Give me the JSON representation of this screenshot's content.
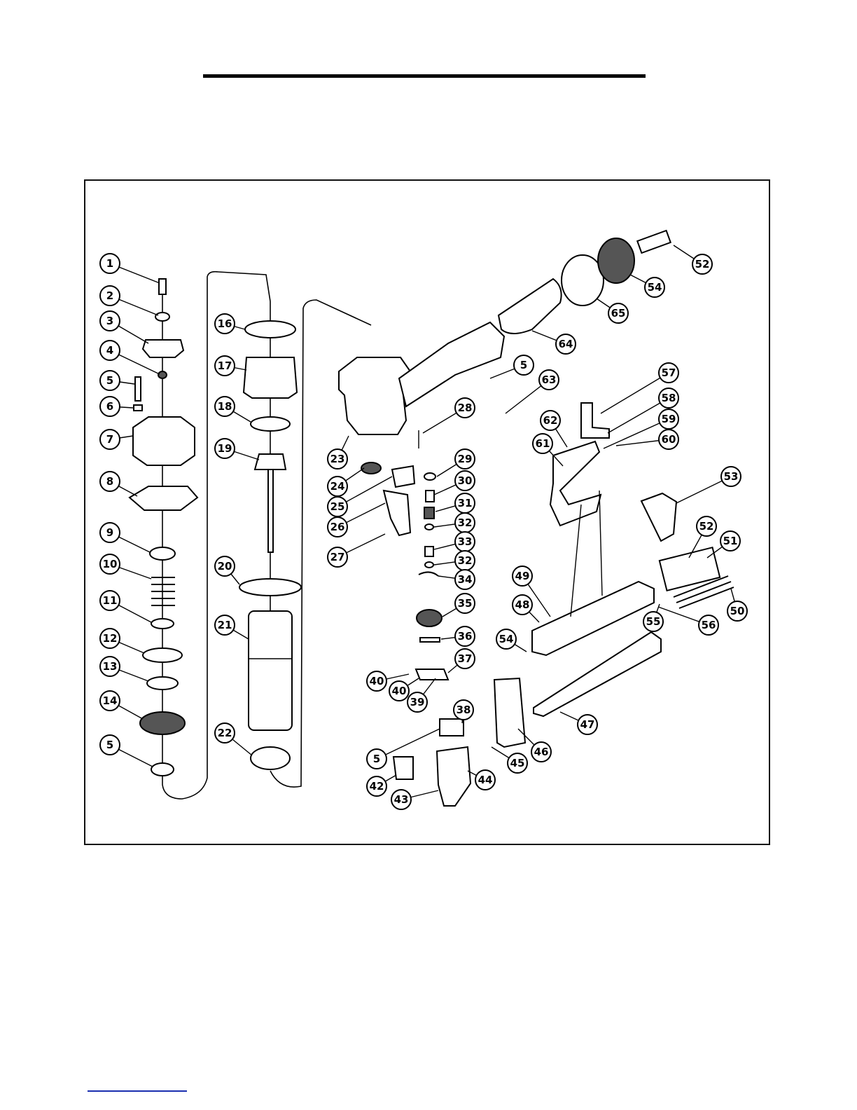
{
  "diagram": {
    "callouts": [
      {
        "label": "1"
      },
      {
        "label": "2"
      },
      {
        "label": "3"
      },
      {
        "label": "4"
      },
      {
        "label": "5"
      },
      {
        "label": "6"
      },
      {
        "label": "7"
      },
      {
        "label": "8"
      },
      {
        "label": "9"
      },
      {
        "label": "10"
      },
      {
        "label": "11"
      },
      {
        "label": "12"
      },
      {
        "label": "13"
      },
      {
        "label": "14"
      },
      {
        "label": "5"
      },
      {
        "label": "16"
      },
      {
        "label": "17"
      },
      {
        "label": "18"
      },
      {
        "label": "19"
      },
      {
        "label": "20"
      },
      {
        "label": "21"
      },
      {
        "label": "22"
      },
      {
        "label": "23"
      },
      {
        "label": "24"
      },
      {
        "label": "25"
      },
      {
        "label": "26"
      },
      {
        "label": "27"
      },
      {
        "label": "28"
      },
      {
        "label": "29"
      },
      {
        "label": "30"
      },
      {
        "label": "31"
      },
      {
        "label": "32"
      },
      {
        "label": "33"
      },
      {
        "label": "32"
      },
      {
        "label": "34"
      },
      {
        "label": "35"
      },
      {
        "label": "36"
      },
      {
        "label": "37"
      },
      {
        "label": "40"
      },
      {
        "label": "40"
      },
      {
        "label": "39"
      },
      {
        "label": "38"
      },
      {
        "label": "5"
      },
      {
        "label": "42"
      },
      {
        "label": "43"
      },
      {
        "label": "44"
      },
      {
        "label": "45"
      },
      {
        "label": "46"
      },
      {
        "label": "47"
      },
      {
        "label": "48"
      },
      {
        "label": "49"
      },
      {
        "label": "50"
      },
      {
        "label": "51"
      },
      {
        "label": "52"
      },
      {
        "label": "53"
      },
      {
        "label": "54"
      },
      {
        "label": "55"
      },
      {
        "label": "56"
      },
      {
        "label": "57"
      },
      {
        "label": "58"
      },
      {
        "label": "59"
      },
      {
        "label": "60"
      },
      {
        "label": "61"
      },
      {
        "label": "62"
      },
      {
        "label": "63"
      },
      {
        "label": "5"
      },
      {
        "label": "64"
      },
      {
        "label": "65"
      },
      {
        "label": "54"
      },
      {
        "label": "52"
      }
    ]
  }
}
